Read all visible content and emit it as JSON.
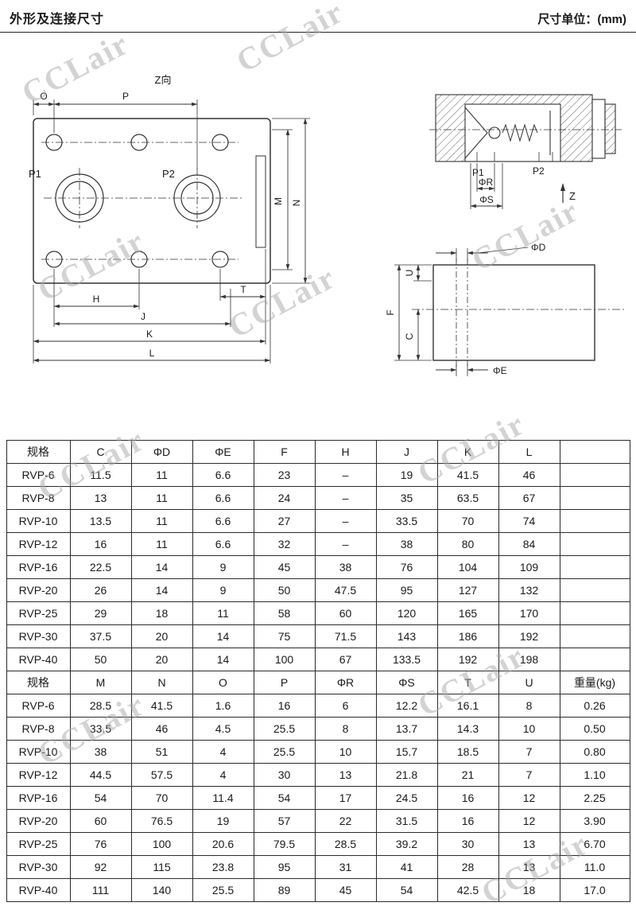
{
  "page": {
    "title": "外形及连接尺寸",
    "unit_label": "尺寸单位：(mm)",
    "watermark": "CCLair"
  },
  "drawing": {
    "plan": {
      "view_label": "Z向",
      "dim_o": "O",
      "dim_p": "P",
      "port_p1": "P1",
      "port_p2": "P2",
      "dim_m": "M",
      "dim_n": "N",
      "dim_t": "T",
      "dim_h": "H",
      "dim_j": "J",
      "dim_k": "K",
      "dim_l": "L"
    },
    "section": {
      "port_p1": "P1",
      "dim_phi_r": "ΦR",
      "dim_phi_s": "ΦS",
      "port_p2": "P2",
      "dir_z": "Z"
    },
    "side": {
      "dim_phi_d": "ΦD",
      "dim_u": "U",
      "dim_f": "F",
      "dim_c": "C",
      "dim_phi_e": "ΦE"
    }
  },
  "table1": {
    "headers": [
      "规格",
      "C",
      "ΦD",
      "ΦE",
      "F",
      "H",
      "J",
      "K",
      "L",
      ""
    ],
    "rows": [
      [
        "RVP-6",
        "11.5",
        "11",
        "6.6",
        "23",
        "–",
        "19",
        "41.5",
        "46",
        ""
      ],
      [
        "RVP-8",
        "13",
        "11",
        "6.6",
        "24",
        "–",
        "35",
        "63.5",
        "67",
        ""
      ],
      [
        "RVP-10",
        "13.5",
        "11",
        "6.6",
        "27",
        "–",
        "33.5",
        "70",
        "74",
        ""
      ],
      [
        "RVP-12",
        "16",
        "11",
        "6.6",
        "32",
        "–",
        "38",
        "80",
        "84",
        ""
      ],
      [
        "RVP-16",
        "22.5",
        "14",
        "9",
        "45",
        "38",
        "76",
        "104",
        "109",
        ""
      ],
      [
        "RVP-20",
        "26",
        "14",
        "9",
        "50",
        "47.5",
        "95",
        "127",
        "132",
        ""
      ],
      [
        "RVP-25",
        "29",
        "18",
        "11",
        "58",
        "60",
        "120",
        "165",
        "170",
        ""
      ],
      [
        "RVP-30",
        "37.5",
        "20",
        "14",
        "75",
        "71.5",
        "143",
        "186",
        "192",
        ""
      ],
      [
        "RVP-40",
        "50",
        "20",
        "14",
        "100",
        "67",
        "133.5",
        "192",
        "198",
        ""
      ]
    ]
  },
  "table2": {
    "headers": [
      "规格",
      "M",
      "N",
      "O",
      "P",
      "ΦR",
      "ΦS",
      "T",
      "U",
      "重量(kg)"
    ],
    "rows": [
      [
        "RVP-6",
        "28.5",
        "41.5",
        "1.6",
        "16",
        "6",
        "12.2",
        "16.1",
        "8",
        "0.26"
      ],
      [
        "RVP-8",
        "33.5",
        "46",
        "4.5",
        "25.5",
        "8",
        "13.7",
        "14.3",
        "10",
        "0.50"
      ],
      [
        "RVP-10",
        "38",
        "51",
        "4",
        "25.5",
        "10",
        "15.7",
        "18.5",
        "7",
        "0.80"
      ],
      [
        "RVP-12",
        "44.5",
        "57.5",
        "4",
        "30",
        "13",
        "21.8",
        "21",
        "7",
        "1.10"
      ],
      [
        "RVP-16",
        "54",
        "70",
        "11.4",
        "54",
        "17",
        "24.5",
        "16",
        "12",
        "2.25"
      ],
      [
        "RVP-20",
        "60",
        "76.5",
        "19",
        "57",
        "22",
        "31.5",
        "16",
        "12",
        "3.90"
      ],
      [
        "RVP-25",
        "76",
        "100",
        "20.6",
        "79.5",
        "28.5",
        "39.2",
        "30",
        "13",
        "6.70"
      ],
      [
        "RVP-30",
        "92",
        "115",
        "23.8",
        "95",
        "31",
        "41",
        "28",
        "13",
        "11.0"
      ],
      [
        "RVP-40",
        "111",
        "140",
        "25.5",
        "89",
        "45",
        "54",
        "42.5",
        "18",
        "17.0"
      ]
    ]
  }
}
